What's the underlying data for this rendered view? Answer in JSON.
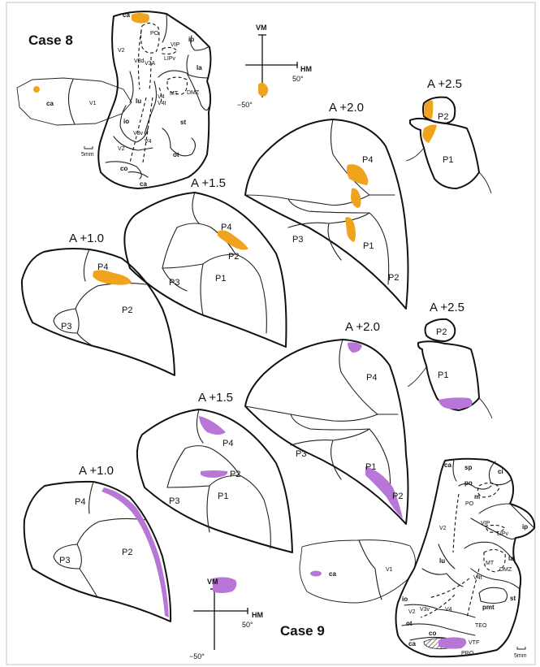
{
  "colors": {
    "orange": "#f0a41e",
    "purple": "#b877d6",
    "outline": "#111111",
    "frame": "#c4c4c4"
  },
  "case8": {
    "title": "Case 8",
    "scale_bar": "5mm",
    "flatmap_labels": {
      "ca_top": "ca",
      "ip": "ip",
      "la": "la",
      "st": "st",
      "ot": "ot",
      "co": "co",
      "ca_bottom": "ca",
      "io": "io",
      "lu": "lu",
      "PO": "PO",
      "VIP": "VIP",
      "LIPv": "LIPv",
      "V2_upper": "V2",
      "V3d": "V3d",
      "V3A": "V3A",
      "MT": "MT",
      "DMZ": "DMZ",
      "V4": "V4",
      "V4t": "V4t",
      "V3v": "V3v",
      "V4_lower": "V4",
      "V2_lower": "V2"
    },
    "hemisphere": {
      "ca": "ca",
      "v1": "V1"
    },
    "vf": {
      "vm": "VM",
      "hm": "HM",
      "upper": "50°",
      "lower": "−50°"
    },
    "sections": [
      {
        "title": "A +1.0",
        "p4": "P4",
        "p2": "P2",
        "p3": "P3"
      },
      {
        "title": "A +1.5",
        "p4": "P4",
        "p2": "P2",
        "p3": "P3",
        "p1": "P1"
      },
      {
        "title": "A +2.0",
        "p4": "P4",
        "p3": "P3",
        "p1": "P1",
        "p2": "P2"
      },
      {
        "title": "A +2.5",
        "p2": "P2",
        "p1": "P1"
      }
    ]
  },
  "case9": {
    "title": "Case 9",
    "scale_bar": "5mm",
    "flatmap_labels": {
      "ca_top": "ca",
      "sp": "sp",
      "ci": "ci",
      "po": "po",
      "m": "m",
      "PO": "PO",
      "ip": "ip",
      "VIP": "VIP",
      "LIPv": "LIPv",
      "V2": "V2",
      "lu": "lu",
      "la": "la",
      "MT": "MT",
      "DMZ": "DMZ",
      "V4t": "V4t",
      "st": "st",
      "io": "io",
      "V2_lower": "V2",
      "V3v": "V3v",
      "V4": "V4",
      "pmt": "pmt",
      "ot": "ot",
      "co": "co",
      "TEO": "TEO",
      "ca_bottom": "ca",
      "VTF": "VTF",
      "PRO": "PRO"
    },
    "hemisphere": {
      "ca": "ca",
      "v1": "V1"
    },
    "vf": {
      "vm": "VM",
      "hm": "HM",
      "upper": "50°",
      "lower": "−50°"
    },
    "sections": [
      {
        "title": "A +1.0",
        "p4": "P4",
        "p2": "P2",
        "p3": "P3"
      },
      {
        "title": "A +1.5",
        "p4": "P4",
        "p2": "P2",
        "p3": "P3",
        "p1": "P1"
      },
      {
        "title": "A +2.0",
        "p4": "P4",
        "p3": "P3",
        "p1": "P1",
        "p2": "P2"
      },
      {
        "title": "A +2.5",
        "p2": "P2",
        "p1": "P1"
      }
    ]
  }
}
